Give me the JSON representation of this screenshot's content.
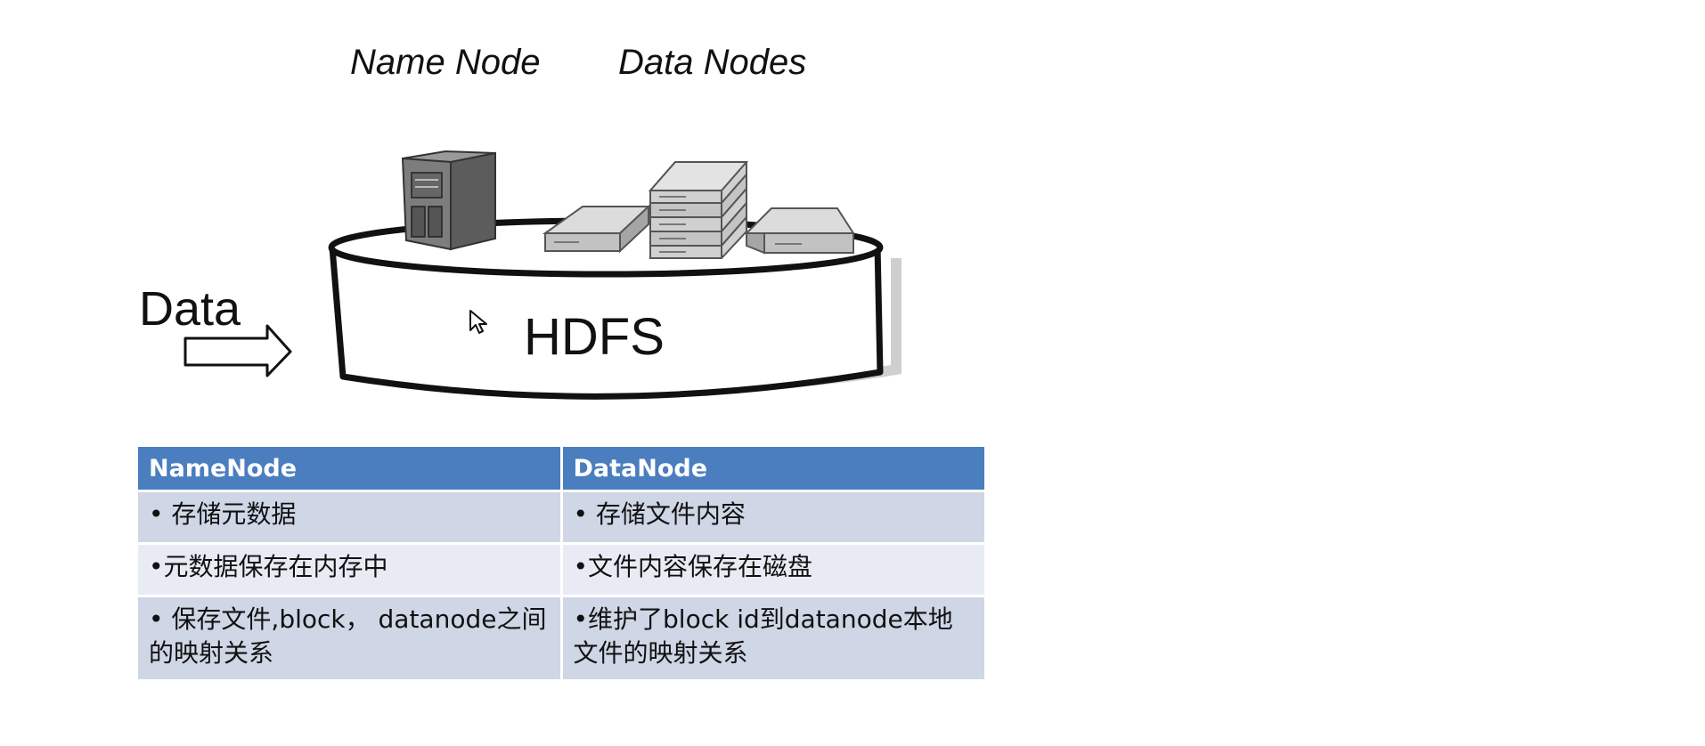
{
  "labels": {
    "name_node": "Name Node",
    "data_nodes": "Data Nodes",
    "data": "Data",
    "hdfs": "HDFS"
  },
  "table": {
    "headers": [
      "NameNode",
      "DataNode"
    ],
    "rows": [
      [
        "• 存储元数据",
        "• 存储文件内容"
      ],
      [
        "•元数据保存在内存中",
        "•文件内容保存在磁盘"
      ],
      [
        "• 保存文件,block， datanode之间的映射关系",
        "•维护了block id到datanode本地文件的映射关系"
      ]
    ]
  },
  "colors": {
    "header": "#4a7ebf",
    "row_dark": "#cfd6e6",
    "row_light": "#e8ebf3"
  },
  "icons": [
    "server-tower-icon",
    "rack-server-icon",
    "arrow-right-icon",
    "mouse-cursor-icon"
  ]
}
